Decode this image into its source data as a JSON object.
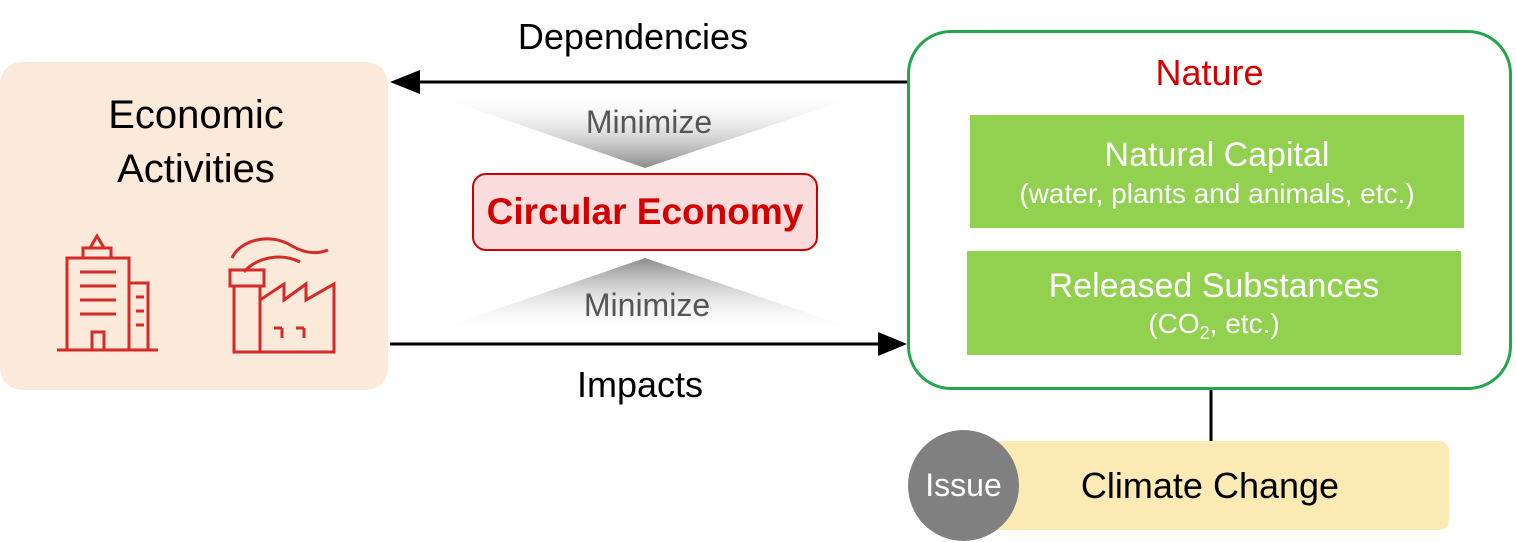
{
  "economic_activities": {
    "title_line1": "Economic",
    "title_line2": "Activities",
    "icons": [
      "office-building-icon",
      "factory-icon"
    ]
  },
  "nature": {
    "title": "Nature",
    "natural_capital": {
      "title": "Natural Capital",
      "subtitle": "(water, plants and animals, etc.)"
    },
    "released_substances": {
      "title": "Released Substances",
      "sub_prefix": "(CO",
      "sub_subscript": "2",
      "sub_suffix": ", etc.)"
    }
  },
  "center": {
    "label": "Circular Economy",
    "minimize_top": "Minimize",
    "minimize_bottom": "Minimize"
  },
  "flows": {
    "dependencies": "Dependencies",
    "impacts": "Impacts"
  },
  "climate": {
    "badge": "Issue",
    "label": "Climate Change"
  },
  "colors": {
    "econ_bg": "#fbe9d9",
    "icon_red": "#d42a2a",
    "nature_border": "#22a64a",
    "nature_title": "#d40000",
    "green_fill": "#92d050",
    "circular_fill": "#fbdcdc",
    "circular_border": "#cc0000",
    "climate_fill": "#fbeab3",
    "issue_fill": "#808080"
  }
}
